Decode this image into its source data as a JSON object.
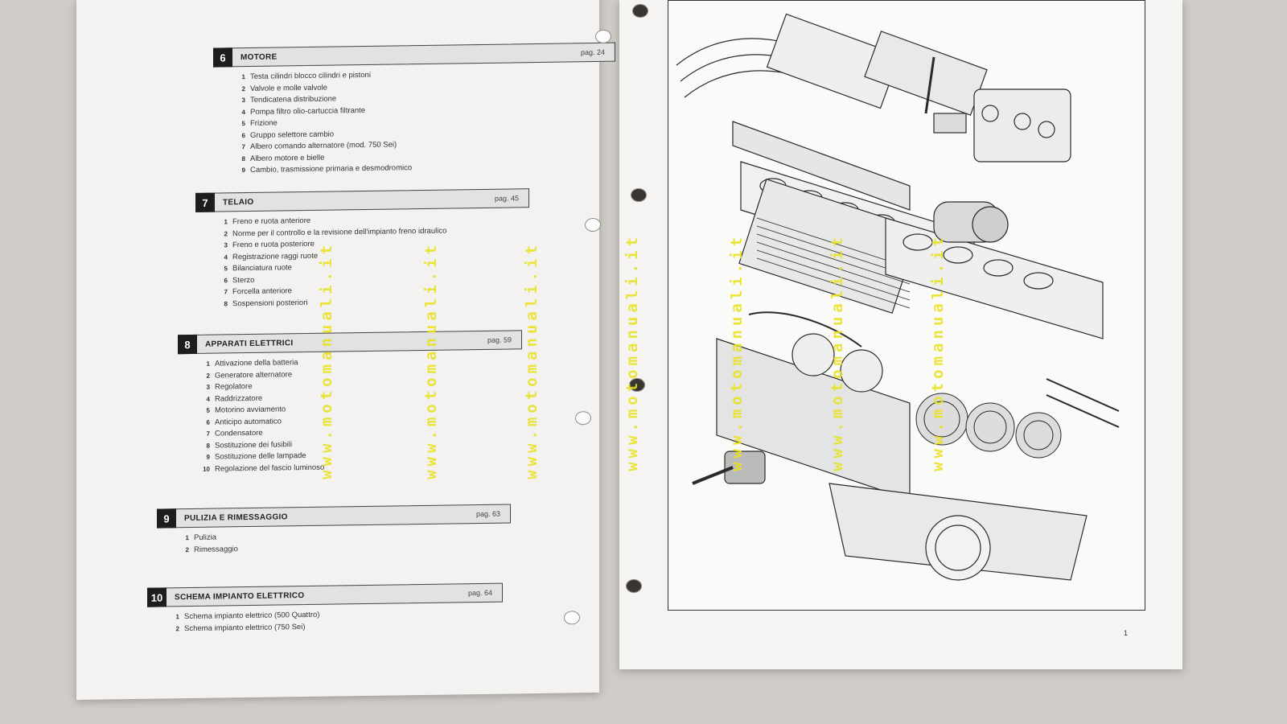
{
  "toc": [
    {
      "num": "6",
      "title": "MOTORE",
      "page": "pag. 24",
      "items": [
        {
          "n": "1",
          "text": "Testa cilindri blocco cilindri e pistoni"
        },
        {
          "n": "2",
          "text": "Valvole e molle valvole"
        },
        {
          "n": "3",
          "text": "Tendicatena distribuzione"
        },
        {
          "n": "4",
          "text": "Pompa filtro olio-cartuccia filtrante"
        },
        {
          "n": "5",
          "text": "Frizione"
        },
        {
          "n": "6",
          "text": "Gruppo selettore cambio"
        },
        {
          "n": "7",
          "text": "Albero comando alternatore (mod. 750 Sei)"
        },
        {
          "n": "8",
          "text": "Albero motore e bielle"
        },
        {
          "n": "9",
          "text": "Cambio, trasmissione primaria e desmodromico"
        }
      ]
    },
    {
      "num": "7",
      "title": "TELAIO",
      "page": "pag. 45",
      "items": [
        {
          "n": "1",
          "text": "Freno e ruota anteriore"
        },
        {
          "n": "2",
          "text": "Norme per il controllo e la revisione dell'impianto freno idraulico"
        },
        {
          "n": "3",
          "text": "Freno e ruota posteriore"
        },
        {
          "n": "4",
          "text": "Registrazione raggi ruote"
        },
        {
          "n": "5",
          "text": "Bilanciatura ruote"
        },
        {
          "n": "6",
          "text": "Sterzo"
        },
        {
          "n": "7",
          "text": "Forcella anteriore"
        },
        {
          "n": "8",
          "text": "Sospensioni posteriori"
        }
      ]
    },
    {
      "num": "8",
      "title": "APPARATI ELETTRICI",
      "page": "pag. 59",
      "items": [
        {
          "n": "1",
          "text": "Attivazione della batteria"
        },
        {
          "n": "2",
          "text": "Generatore alternatore"
        },
        {
          "n": "3",
          "text": "Regolatore"
        },
        {
          "n": "4",
          "text": "Raddrizzatore"
        },
        {
          "n": "5",
          "text": "Motorino avviamento"
        },
        {
          "n": "6",
          "text": "Anticipo automatico"
        },
        {
          "n": "7",
          "text": "Condensatore"
        },
        {
          "n": "8",
          "text": "Sostituzione dei fusibili"
        },
        {
          "n": "9",
          "text": "Sostituzione delle lampade"
        },
        {
          "n": "10",
          "text": "Regolazione del fascio luminoso"
        }
      ]
    },
    {
      "num": "9",
      "title": "PULIZIA E RIMESSAGGIO",
      "page": "pag. 63",
      "items": [
        {
          "n": "1",
          "text": "Pulizia"
        },
        {
          "n": "2",
          "text": "Rimessaggio"
        }
      ]
    },
    {
      "num": "10",
      "title": "SCHEMA IMPIANTO ELETTRICO",
      "page": "pag. 64",
      "items": [
        {
          "n": "1",
          "text": "Schema impianto elettrico (500 Quattro)"
        },
        {
          "n": "2",
          "text": "Schema impianto elettrico (750 Sei)"
        }
      ]
    }
  ],
  "right_page": {
    "page_number": "1"
  },
  "watermark": "www.motomanuali.it",
  "colors": {
    "watermark": "#e8e221",
    "header_fill": "#e2e2e2",
    "number_box": "#1d1d1d",
    "paper": "#f3f2f0"
  }
}
